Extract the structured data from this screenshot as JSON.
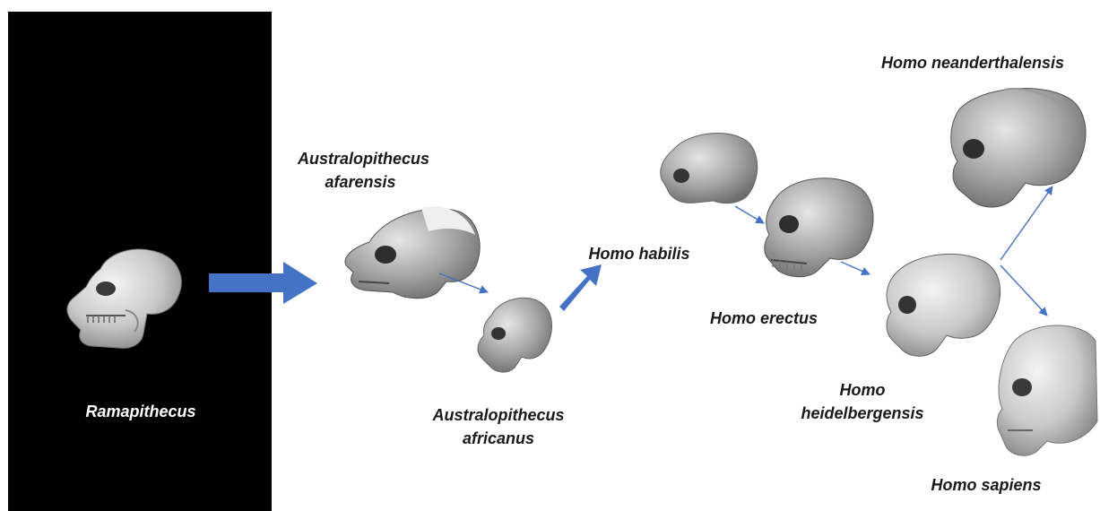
{
  "colors": {
    "panel_background": "#000000",
    "arrow_blue": "#4472c4",
    "label_on_dark": "#ffffff",
    "label_on_light": "#1a1a1a"
  },
  "species": {
    "ramapithecus": "Ramapithecus",
    "au_afarensis_line1": "Australopithecus",
    "au_afarensis_line2": "afarensis",
    "au_africanus_line1": "Australopithecus",
    "au_africanus_line2": "africanus",
    "homo_habilis": "Homo habilis",
    "homo_erectus": "Homo erectus",
    "homo_heidelbergensis_line1": "Homo",
    "homo_heidelbergensis_line2": "heidelbergensis",
    "homo_neanderthalensis": "Homo neanderthalensis",
    "homo_sapiens": "Homo sapiens"
  }
}
